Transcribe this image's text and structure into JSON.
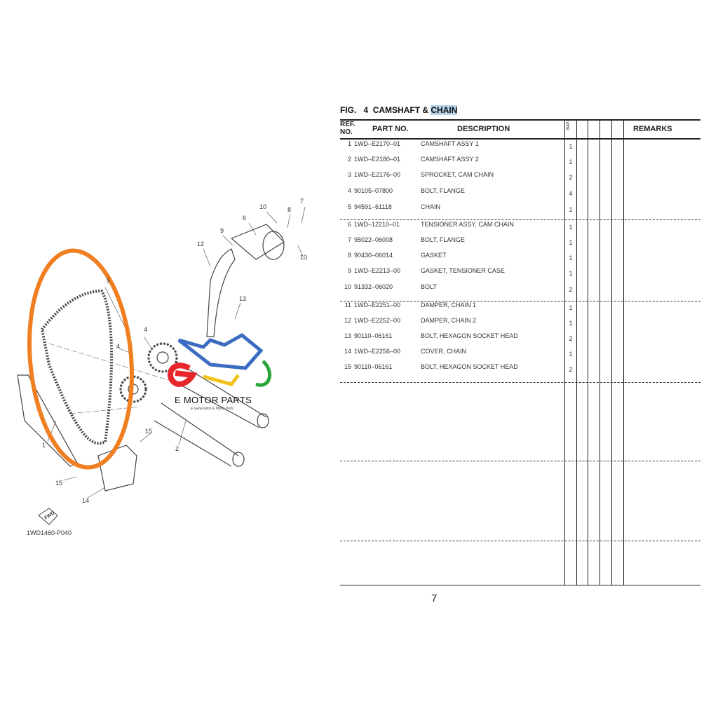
{
  "figure": {
    "label": "FIG.",
    "number": "4",
    "title_prefix": "CAMSHAFT &",
    "title_highlight": "CHAIN"
  },
  "table": {
    "headers": {
      "ref_line1": "REF.",
      "ref_line2": "NO.",
      "part_no": "PART NO.",
      "description": "DESCRIPTION",
      "model": "B4P1",
      "remarks": "REMARKS"
    },
    "rows": [
      {
        "ref": "1",
        "part_no": "1WD–E2170–01",
        "description": "CAMSHAFT ASSY 1",
        "qty": "1"
      },
      {
        "ref": "2",
        "part_no": "1WD–E2180–01",
        "description": "CAMSHAFT ASSY 2",
        "qty": "1"
      },
      {
        "ref": "3",
        "part_no": "1WD–E2176–00",
        "description": "SPROCKET, CAM CHAIN",
        "qty": "2"
      },
      {
        "ref": "4",
        "part_no": "90105–07800",
        "description": "BOLT, FLANGE",
        "qty": "4"
      },
      {
        "ref": "5",
        "part_no": "94591–61118",
        "description": "CHAIN",
        "qty": "1"
      },
      {
        "ref": "6",
        "part_no": "1WD–12210–01",
        "description": "TENSIONER ASSY, CAM CHAIN",
        "qty": "1"
      },
      {
        "ref": "7",
        "part_no": "95022–06008",
        "description": "BOLT, FLANGE",
        "qty": "1"
      },
      {
        "ref": "8",
        "part_no": "90430–06014",
        "description": "GASKET",
        "qty": "1"
      },
      {
        "ref": "9",
        "part_no": "1WD–E2213–00",
        "description": "GASKET, TENSIONER CASE",
        "qty": "1"
      },
      {
        "ref": "10",
        "part_no": "91332–06020",
        "description": "BOLT",
        "qty": "2"
      },
      {
        "ref": "11",
        "part_no": "1WD–E2251–00",
        "description": "DAMPER, CHAIN 1",
        "qty": "1"
      },
      {
        "ref": "12",
        "part_no": "1WD–E2252–00",
        "description": "DAMPER, CHAIN 2",
        "qty": "1"
      },
      {
        "ref": "13",
        "part_no": "90110–06161",
        "description": "BOLT, HEXAGON SOCKET HEAD",
        "qty": "2"
      },
      {
        "ref": "14",
        "part_no": "1WD–E2256–00",
        "description": "COVER, CHAIN",
        "qty": "1"
      },
      {
        "ref": "15",
        "part_no": "90110–06161",
        "description": "BOLT, HEXAGON SOCKET HEAD",
        "qty": "2"
      }
    ]
  },
  "page_number": "7",
  "diagram": {
    "code": "1WD1460-P040",
    "fwd_label": "FWD",
    "callouts": [
      "1",
      "2",
      "4",
      "4",
      "5",
      "6",
      "7",
      "8",
      "9",
      "10",
      "10",
      "12",
      "13",
      "14",
      "15",
      "15"
    ],
    "highlight_color": "#f07f22"
  },
  "watermark": {
    "name": "E MOTOR PARTS",
    "tagline": "E Generation   E Motor Parts",
    "colors": [
      "#e8262b",
      "#3b6cc0",
      "#f2c21b",
      "#2aa53a"
    ]
  }
}
